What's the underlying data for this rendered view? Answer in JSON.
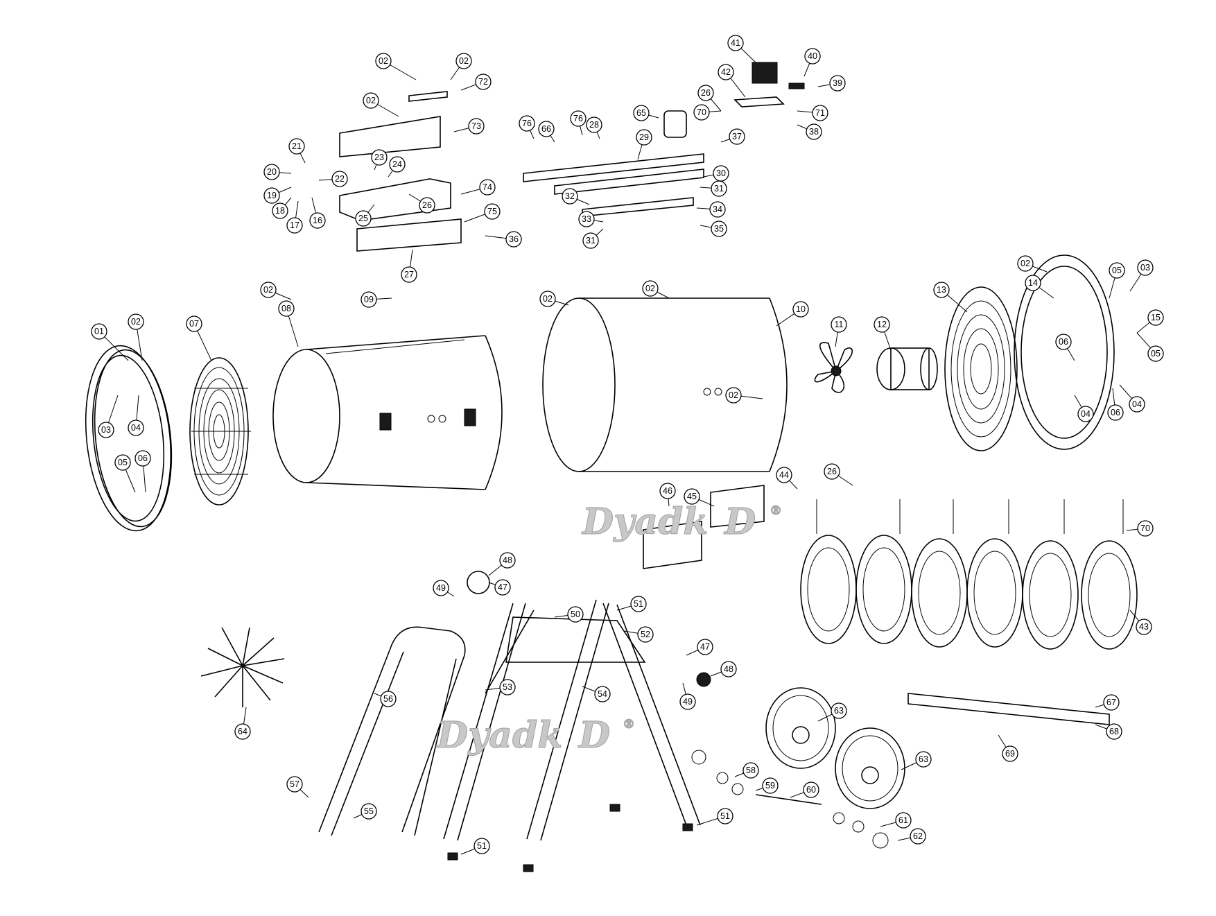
{
  "watermarks": [
    "Dyadk",
    "D",
    "®"
  ],
  "parts": [
    {
      "label": "01"
    },
    {
      "label": "02"
    },
    {
      "label": "03"
    },
    {
      "label": "04"
    },
    {
      "label": "05"
    },
    {
      "label": "06"
    },
    {
      "label": "07"
    },
    {
      "label": "08"
    },
    {
      "label": "09"
    },
    {
      "label": "10"
    },
    {
      "label": "11"
    },
    {
      "label": "12"
    },
    {
      "label": "13"
    },
    {
      "label": "14"
    },
    {
      "label": "15"
    },
    {
      "label": "16"
    },
    {
      "label": "17"
    },
    {
      "label": "18"
    },
    {
      "label": "19"
    },
    {
      "label": "20"
    },
    {
      "label": "21"
    },
    {
      "label": "22"
    },
    {
      "label": "23"
    },
    {
      "label": "24"
    },
    {
      "label": "25"
    },
    {
      "label": "26"
    },
    {
      "label": "27"
    },
    {
      "label": "28"
    },
    {
      "label": "29"
    },
    {
      "label": "30"
    },
    {
      "label": "31"
    },
    {
      "label": "32"
    },
    {
      "label": "33"
    },
    {
      "label": "34"
    },
    {
      "label": "35"
    },
    {
      "label": "36"
    },
    {
      "label": "37"
    },
    {
      "label": "38"
    },
    {
      "label": "39"
    },
    {
      "label": "40"
    },
    {
      "label": "41"
    },
    {
      "label": "42"
    },
    {
      "label": "43"
    },
    {
      "label": "44"
    },
    {
      "label": "45"
    },
    {
      "label": "46"
    },
    {
      "label": "47"
    },
    {
      "label": "48"
    },
    {
      "label": "49"
    },
    {
      "label": "50"
    },
    {
      "label": "51"
    },
    {
      "label": "52"
    },
    {
      "label": "53"
    },
    {
      "label": "54"
    },
    {
      "label": "55"
    },
    {
      "label": "56"
    },
    {
      "label": "57"
    },
    {
      "label": "58"
    },
    {
      "label": "59"
    },
    {
      "label": "60"
    },
    {
      "label": "61"
    },
    {
      "label": "62"
    },
    {
      "label": "63"
    },
    {
      "label": "64"
    },
    {
      "label": "65"
    },
    {
      "label": "66"
    },
    {
      "label": "67"
    },
    {
      "label": "68"
    },
    {
      "label": "69"
    },
    {
      "label": "70"
    },
    {
      "label": "71"
    },
    {
      "label": "72"
    },
    {
      "label": "73"
    },
    {
      "label": "74"
    },
    {
      "label": "75"
    },
    {
      "label": "76"
    }
  ]
}
